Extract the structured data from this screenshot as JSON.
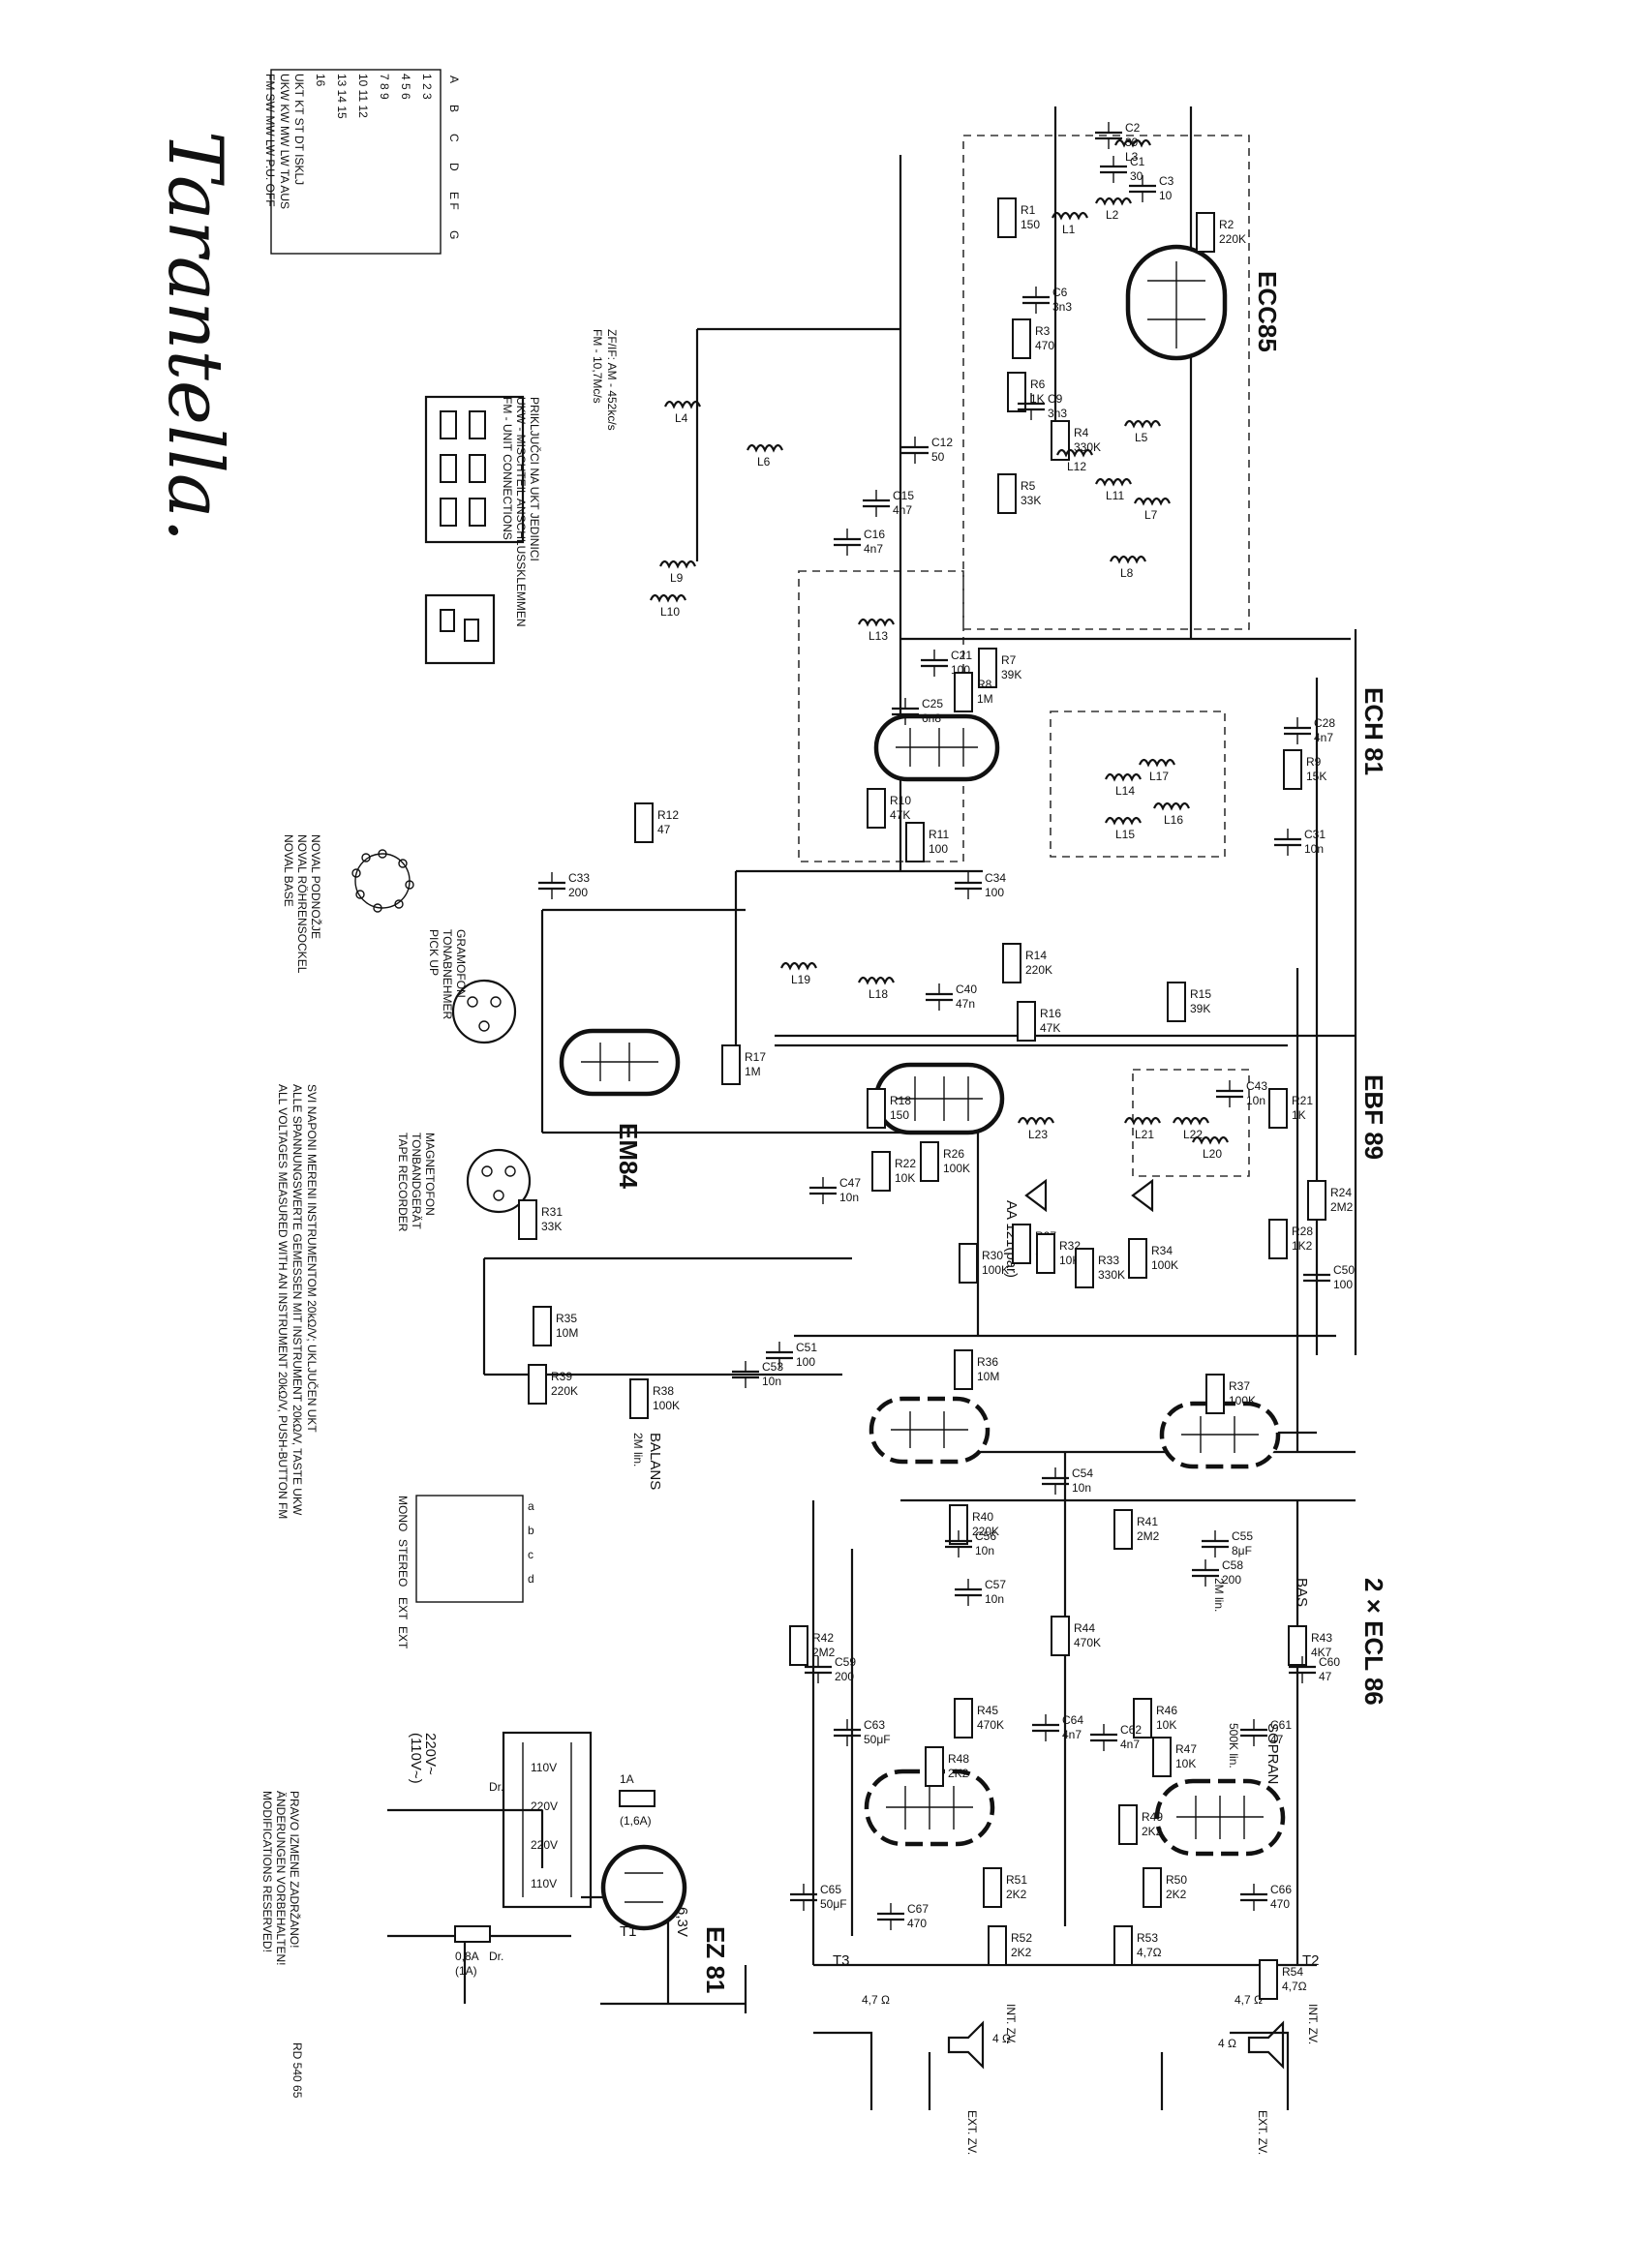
{
  "title": "Tarantella.",
  "doc_code": "RD 540 65",
  "tubes": [
    {
      "id": "ecc85",
      "label": "ECC85"
    },
    {
      "id": "ech81",
      "label": "ECH 81"
    },
    {
      "id": "ebf89",
      "label": "EBF 89"
    },
    {
      "id": "ecl86",
      "label": "2 × ECL 86"
    },
    {
      "id": "em84",
      "label": "EM84"
    },
    {
      "id": "ez81",
      "label": "EZ 81"
    }
  ],
  "diode_label": "AA 121(par)",
  "switch_table": {
    "columns": [
      "A",
      "B",
      "C",
      "D",
      "E F",
      "G"
    ],
    "rows": [
      {
        "num": "1 2 3",
        "label": ""
      },
      {
        "num": "4 5 6",
        "label": ""
      },
      {
        "num": "7 8 9",
        "label": ""
      },
      {
        "num": "10 11 12",
        "label": "UKT"
      },
      {
        "num": "13 14 15",
        "label": "UKW"
      },
      {
        "num": "16",
        "label": "FM"
      }
    ],
    "bands": [
      "UKT  KT  ST  DT  ISKLJ",
      "UKW  KW  MW  LW  TA  AUS",
      "FM   SW  MW  LW  P.U.  OFF"
    ]
  },
  "if_note": {
    "line1": "ZF/IF: AM - 452kc/s",
    "line2": "FM - 10,7Mc/s"
  },
  "connector_note": {
    "line1": "PRIKLJUČCI NA UKT JEDINICI",
    "line2": "UKW - MISCHTEIL ANSCHLUSSKLEMMEN",
    "line3": "FM - UNIT CONNECTIONS"
  },
  "noval_note": {
    "line1": "NOVAL PODNOŽJE",
    "line2": "NOVAL RÖHRENSOCKEL",
    "line3": "NOVAL BASE"
  },
  "pickup_label": {
    "line1": "GRAMOFON",
    "line2": "TONABNEHMER",
    "line3": "PICK UP"
  },
  "tape_label": {
    "line1": "MAGNETOFON",
    "line2": "TONBANDGERÄT",
    "line3": "TAPE RECORDER"
  },
  "measure_note": {
    "line1": "SVI NAPONI MERENI INSTRUMENTOM 20kΩ/V; UKLJUČEN UKT",
    "line2": "ALLE SPANNUNGSWERTE GEMESSEN MIT INSTRUMENT 20kΩ/V, TASTE UKW",
    "line3": "ALL VOLTAGES MEASURED WITH AN INSTRUMENT 20kΩ/V, PUSH-BUTTON FM"
  },
  "stereo_switch": {
    "columns": [
      "a",
      "b",
      "c",
      "d"
    ],
    "labels": [
      "MONO",
      "STEREO",
      "EXT",
      "EXT"
    ]
  },
  "reserve_note": {
    "line1": "PRAVO IZMENE ZADRŽANO!",
    "line2": "ÄNDERUNGEN VORBEHALTEN!",
    "line3": "MODIFICATIONS RESERVED!"
  },
  "mains": {
    "voltage": "220V~",
    "alt": "(110V~)",
    "fuse1": "0,8A",
    "fuse1b": "(1A)",
    "fuse2": "1A",
    "fuse2b": "(1,6A)",
    "taps": [
      "110V",
      "220V",
      "220V",
      "110V"
    ],
    "heater": "6,3V",
    "transformer": "T1",
    "choke": "Dr."
  },
  "speakers": [
    {
      "id": "left",
      "int": "INT. ZV.",
      "ext": "EXT. ZV.",
      "ohm": "4 Ω",
      "ohm_b": "4,7 Ω",
      "transformer": "T3"
    },
    {
      "id": "right",
      "int": "INT. ZV.",
      "ext": "EXT. ZV.",
      "ohm": "4 Ω",
      "ohm_b": "4,7 Ω",
      "transformer": "T2"
    }
  ],
  "controls": {
    "balance": "BALANS",
    "bass": "BAS",
    "treble": "SOPRAN",
    "balance_pot": "2M lin.",
    "bass_pot": "2M lin.",
    "treble_pot": "500K lin."
  },
  "resistors": [
    {
      "ref": "R1",
      "val": "150"
    },
    {
      "ref": "R2",
      "val": "220K"
    },
    {
      "ref": "R3",
      "val": "470"
    },
    {
      "ref": "R4",
      "val": "330K"
    },
    {
      "ref": "R5",
      "val": "33K"
    },
    {
      "ref": "R6",
      "val": "1K"
    },
    {
      "ref": "R7",
      "val": "39K"
    },
    {
      "ref": "R8",
      "val": "1M"
    },
    {
      "ref": "R9",
      "val": "15K"
    },
    {
      "ref": "R10",
      "val": "47K"
    },
    {
      "ref": "R11",
      "val": "100"
    },
    {
      "ref": "R12",
      "val": "47"
    },
    {
      "ref": "R14",
      "val": "220K"
    },
    {
      "ref": "R15",
      "val": "39K"
    },
    {
      "ref": "R16",
      "val": "47K"
    },
    {
      "ref": "R17",
      "val": "1M"
    },
    {
      "ref": "R18",
      "val": "150"
    },
    {
      "ref": "R21",
      "val": "1K"
    },
    {
      "ref": "R22",
      "val": "10K"
    },
    {
      "ref": "R24",
      "val": "2M2"
    },
    {
      "ref": "R26",
      "val": "100K"
    },
    {
      "ref": "R27",
      "val": "1K"
    },
    {
      "ref": "R28",
      "val": "1K2"
    },
    {
      "ref": "R30",
      "val": "100K"
    },
    {
      "ref": "R31",
      "val": "33K"
    },
    {
      "ref": "R32",
      "val": "10K"
    },
    {
      "ref": "R33",
      "val": "330K"
    },
    {
      "ref": "R34",
      "val": "100K"
    },
    {
      "ref": "R35",
      "val": "10M"
    },
    {
      "ref": "R36",
      "val": "10M"
    },
    {
      "ref": "R37",
      "val": "100K"
    },
    {
      "ref": "R38",
      "val": "100K"
    },
    {
      "ref": "R39",
      "val": "220K"
    },
    {
      "ref": "R40",
      "val": "220K"
    },
    {
      "ref": "R41",
      "val": "2M2"
    },
    {
      "ref": "R42",
      "val": "2M2"
    },
    {
      "ref": "R43",
      "val": "4K7"
    },
    {
      "ref": "R44",
      "val": "470K"
    },
    {
      "ref": "R45",
      "val": "470K"
    },
    {
      "ref": "R46",
      "val": "10K"
    },
    {
      "ref": "R47",
      "val": "10K"
    },
    {
      "ref": "R48",
      "val": "2K2"
    },
    {
      "ref": "R49",
      "val": "2K2"
    },
    {
      "ref": "R50",
      "val": "2K2"
    },
    {
      "ref": "R51",
      "val": "2K2"
    },
    {
      "ref": "R52",
      "val": "2K2"
    },
    {
      "ref": "R53",
      "val": "4,7Ω"
    },
    {
      "ref": "R54",
      "val": "4,7Ω"
    }
  ],
  "capacitors": [
    {
      "ref": "C1",
      "val": "30"
    },
    {
      "ref": "C2",
      "val": "39"
    },
    {
      "ref": "C3",
      "val": "10"
    },
    {
      "ref": "C6",
      "val": "3n3"
    },
    {
      "ref": "C9",
      "val": "3n3"
    },
    {
      "ref": "C12",
      "val": "50"
    },
    {
      "ref": "C15",
      "val": "4n7"
    },
    {
      "ref": "C16",
      "val": "4n7"
    },
    {
      "ref": "C21",
      "val": "100"
    },
    {
      "ref": "C25",
      "val": "6n8"
    },
    {
      "ref": "C28",
      "val": "4n7"
    },
    {
      "ref": "C31",
      "val": "10n"
    },
    {
      "ref": "C33",
      "val": "200"
    },
    {
      "ref": "C34",
      "val": "100"
    },
    {
      "ref": "C40",
      "val": "47n"
    },
    {
      "ref": "C43",
      "val": "10n"
    },
    {
      "ref": "C47",
      "val": "10n"
    },
    {
      "ref": "C50",
      "val": "100"
    },
    {
      "ref": "C51",
      "val": "100"
    },
    {
      "ref": "C53",
      "val": "10n"
    },
    {
      "ref": "C54",
      "val": "10n"
    },
    {
      "ref": "C55",
      "val": "8μF"
    },
    {
      "ref": "C56",
      "val": "10n"
    },
    {
      "ref": "C57",
      "val": "10n"
    },
    {
      "ref": "C58",
      "val": "200"
    },
    {
      "ref": "C59",
      "val": "200"
    },
    {
      "ref": "C60",
      "val": "47"
    },
    {
      "ref": "C61",
      "val": "47"
    },
    {
      "ref": "C62",
      "val": "4n7"
    },
    {
      "ref": "C63",
      "val": "50μF"
    },
    {
      "ref": "C64",
      "val": "4n7"
    },
    {
      "ref": "C65",
      "val": "50μF"
    },
    {
      "ref": "C66",
      "val": "470"
    },
    {
      "ref": "C67",
      "val": "470"
    }
  ],
  "coils": [
    "L1",
    "L2",
    "L3",
    "L4",
    "L5",
    "L6",
    "L7",
    "L8",
    "L9",
    "L10",
    "L11",
    "L12",
    "L13",
    "L14",
    "L15",
    "L16",
    "L17",
    "L18",
    "L19",
    "L20",
    "L21",
    "L22",
    "L23"
  ]
}
